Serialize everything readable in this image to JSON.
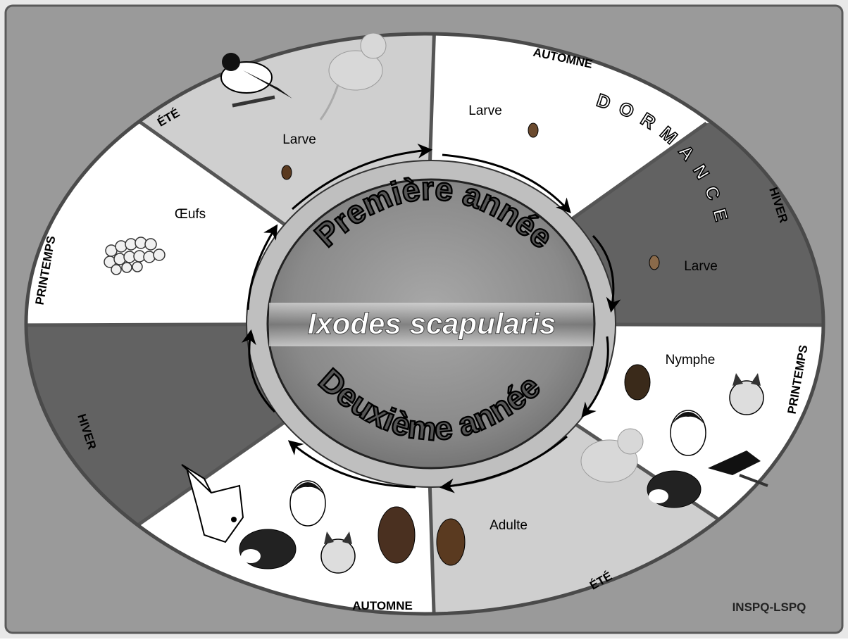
{
  "center_title": "Ixodes scapularis",
  "year_one": "Première année",
  "year_two": "Deuxième année",
  "dormancy": "DORMANCE",
  "credit": "INSPQ-LSPQ",
  "seasons": {
    "summer_top": "ÉTÉ",
    "autumn_top": "AUTOMNE",
    "winter_right": "HIVER",
    "spring_right": "PRINTEMPS",
    "summer_bottom": "ÉTÉ",
    "autumn_bottom": "AUTOMNE",
    "winter_left": "HIVER",
    "spring_left": "PRINTEMPS"
  },
  "stages": {
    "eggs": "Œufs",
    "larva_summer": "Larve",
    "larva_autumn": "Larve",
    "larva_winter": "Larve",
    "nymph": "Nymphe",
    "adult": "Adulte"
  },
  "icons": [
    "bird-icon",
    "mouse-icon",
    "tick-icon",
    "egg-cluster-icon",
    "cat-icon",
    "human-face-icon",
    "dog-icon",
    "deer-icon",
    "cycle-arrow-icon"
  ],
  "colors": {
    "background": "#9a9a9a",
    "white_segment": "#ffffff",
    "light_segment": "#cfcfcf",
    "dark_segment": "#626262",
    "center_disc": "#8c8c8c"
  }
}
